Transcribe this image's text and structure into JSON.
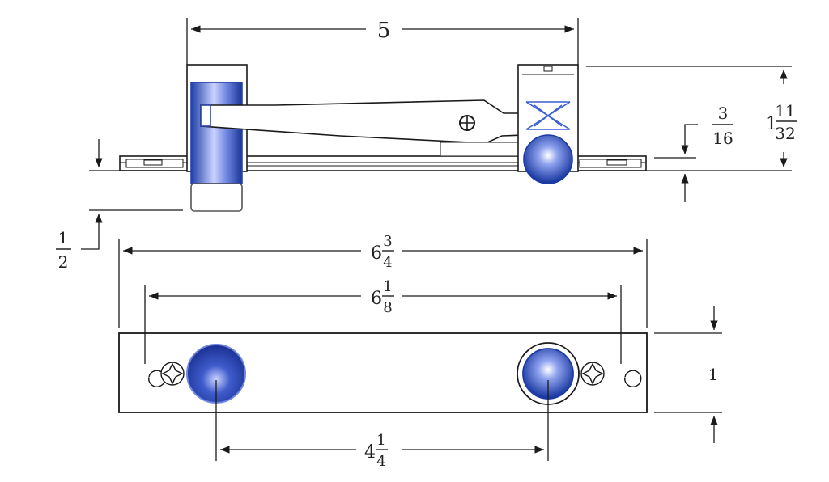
{
  "dimensions": {
    "width_top": "5",
    "height_total": {
      "whole": "1",
      "num": "11",
      "den": "32"
    },
    "ball_protrusion": {
      "num": "3",
      "den": "16"
    },
    "cylinder_drop": {
      "num": "1",
      "den": "2"
    },
    "plate_length": {
      "whole": "6",
      "num": "3",
      "den": "4"
    },
    "hole_spacing": {
      "whole": "6",
      "num": "1",
      "den": "8"
    },
    "plate_width": "1",
    "center_spacing": {
      "whole": "4",
      "num": "1",
      "den": "4"
    }
  },
  "colors": {
    "line": "#1a1a1a",
    "blue_dark": "#1f3fa8",
    "blue_mid": "#4a63c9",
    "blue_light": "#e8ecff",
    "hatch_blue": "#3a5fd0"
  }
}
